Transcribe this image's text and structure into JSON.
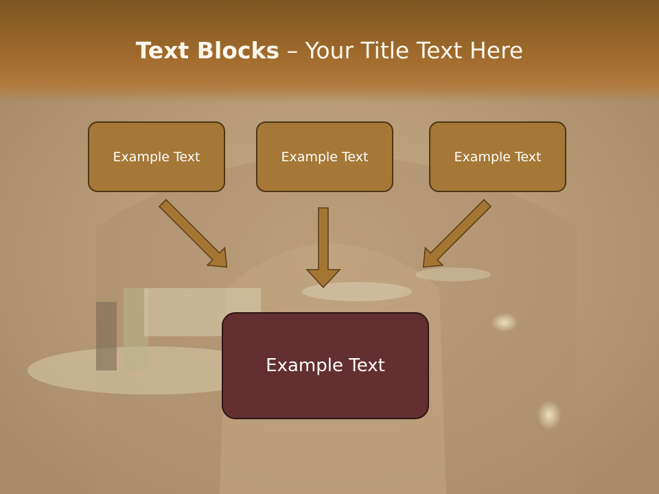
{
  "slide": {
    "title_bold": "Text Blocks",
    "title_dash": " – ",
    "title_rest": "Your Title Text Here"
  },
  "boxes": {
    "top_left": "Example Text",
    "top_center": "Example Text",
    "top_right": "Example Text",
    "main": "Example Text"
  },
  "colors": {
    "header": "#a06b2c",
    "small_box_fill": "#a57837",
    "main_box_fill": "#632f30",
    "arrow": "#a47634",
    "outline": "#4e3413"
  },
  "icons": {
    "arrows": "down-arrow-icon",
    "background": "wine-cellar-photo"
  }
}
